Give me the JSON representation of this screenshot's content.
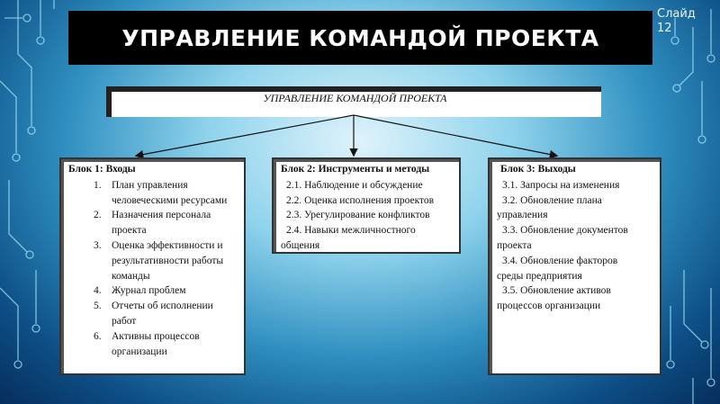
{
  "slide": {
    "label": "Слайд",
    "number": "12"
  },
  "title": "УПРАВЛЕНИЕ КОМАНДОЙ ПРОЕКТА",
  "top_box": "УПРАВЛЕНИЕ КОМАНДОЙ ПРОЕКТА",
  "block1": {
    "head": "Блок 1: Входы",
    "items": [
      {
        "n": "1.",
        "text": "План управления человеческими ресурсами"
      },
      {
        "n": "2.",
        "text": "Назначения персонала проекта"
      },
      {
        "n": "3.",
        "text": "Оценка эффективности и результативности работы команды"
      },
      {
        "n": "4.",
        "text": "Журнал проблем"
      },
      {
        "n": "5.",
        "text": "Отчеты об исполнении работ"
      },
      {
        "n": "6.",
        "text": "Активны процессов организации"
      }
    ]
  },
  "block2": {
    "head": "Блок 2: Инструменты и методы",
    "items": [
      "2.1. Наблюдение и обсуждение",
      "2.2. Оценка исполнения проектов",
      "2.3. Урегулирование конфликтов",
      "2.4. Навыки межличностного",
      "общения"
    ]
  },
  "block3": {
    "head": "Блок 3: Выходы",
    "items": [
      "3.1. Запросы на изменения",
      "3.2. Обновление плана",
      "управления",
      "3.3. Обновление документов",
      "проекта",
      "3.4. Обновление факторов",
      "среды предприятия",
      "3.5. Обновление активов",
      "процессов организации"
    ]
  }
}
